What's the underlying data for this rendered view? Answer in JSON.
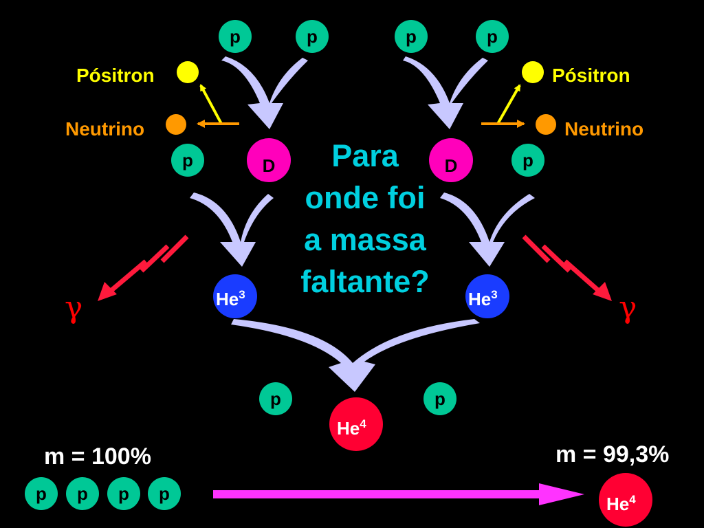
{
  "nodes": {
    "proton": "p",
    "deuterium": "D",
    "helium3": "He",
    "helium3_mass_number": "3",
    "helium4": "He",
    "helium4_mass_number": "4"
  },
  "labels": {
    "positron_left": "Pósitron",
    "positron_right": "Pósitron",
    "neutrino_left": "Neutrino",
    "neutrino_right": "Neutrino",
    "gamma_left": "γ",
    "gamma_right": "γ"
  },
  "question": "Para\nonde foi\na massa\nfaltante?",
  "mass_initial": "m = 100%",
  "mass_final": "m = 99,3%",
  "colors": {
    "background": "#000000",
    "proton": "#00c896",
    "deuterium": "#ff00bb",
    "helium3": "#1a3cff",
    "helium4": "#ff0033",
    "positron": "#ffff00",
    "neutrino": "#ff9900",
    "gamma": "#ff0000",
    "flow_arrow": "#c8c8ff",
    "question_text": "#00d0e0",
    "final_arrow": "#ff33ff"
  }
}
